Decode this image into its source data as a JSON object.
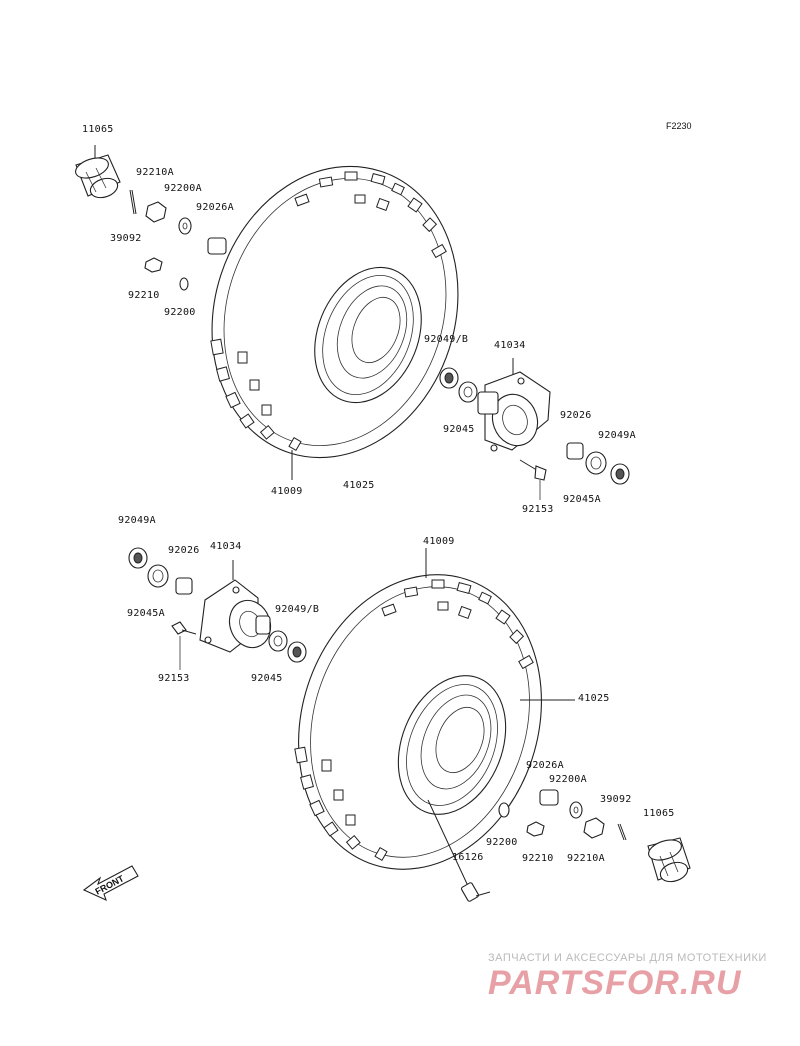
{
  "figure_code": "F2230",
  "labels": {
    "l11065a": "11065",
    "l92210Aa": "92210A",
    "l92200Aa": "92200A",
    "l92026Aa": "92026A",
    "l39092a": "39092",
    "l92210a": "92210",
    "l92200a": "92200",
    "l92049Ba": "92049/B",
    "l41034a": "41034",
    "l92045a": "92045",
    "l92026a": "92026",
    "l92049Aa": "92049A",
    "l92045Aa": "92045A",
    "l92153a": "92153",
    "l41009a": "41009",
    "l41025a": "41025",
    "l92049Ab": "92049A",
    "l92026b": "92026",
    "l41034b": "41034",
    "l92045Ab": "92045A",
    "l92049Bb": "92049/B",
    "l92153b": "92153",
    "l92045b": "92045",
    "l41009b": "41009",
    "l41025b": "41025",
    "l92026Ab": "92026A",
    "l92200Ab": "92200A",
    "l39092b": "39092",
    "l11065b": "11065",
    "l92200b": "92200",
    "l92210b": "92210",
    "l92210Ab": "92210A",
    "l16126": "16126"
  },
  "front_label": "FRONT",
  "watermark": {
    "tagline": "ЗАПЧАСТИ И АКСЕССУАРЫ ДЛЯ МОТОТЕХНИКИ",
    "logo": "PARTSFOR.RU"
  }
}
